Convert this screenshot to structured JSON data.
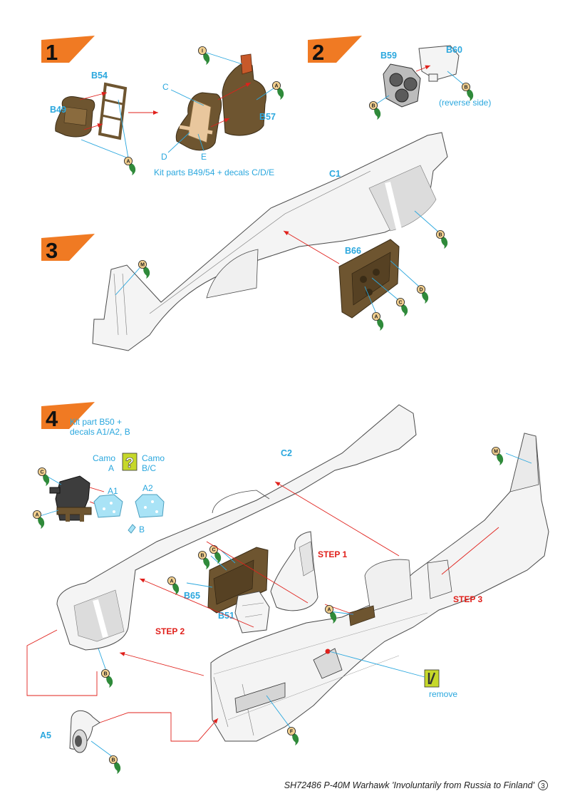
{
  "steps": [
    {
      "number": "1",
      "parts": [
        "B49",
        "B54",
        "B57"
      ],
      "decals": [
        "C",
        "D",
        "E"
      ],
      "note": "Kit parts B49/54 + decals C/D/E",
      "paints": [
        "I",
        "A",
        "A"
      ]
    },
    {
      "number": "2",
      "parts": [
        "B59",
        "B60"
      ],
      "note": "(reverse side)",
      "paints": [
        "B",
        "B"
      ]
    },
    {
      "number": "3",
      "parts": [
        "C1",
        "B66"
      ],
      "paints": [
        "M",
        "B",
        "A",
        "C",
        "D"
      ]
    },
    {
      "number": "4",
      "note_line1": "Kit part B50 +",
      "note_line2": "decals A1/A2, B",
      "camo_a_1": "Camo",
      "camo_a_2": "A",
      "camo_bc_1": "Camo",
      "camo_bc_2": "B/C",
      "question": "?",
      "decals": [
        "A1",
        "A2",
        "B"
      ],
      "parts": [
        "C2",
        "B65",
        "B51",
        "A5"
      ],
      "sub_steps": [
        "STEP 1",
        "STEP 2",
        "STEP 3"
      ],
      "remove_label": "remove",
      "paints": [
        "C",
        "A",
        "M",
        "B",
        "C",
        "A",
        "A",
        "B",
        "F",
        "B"
      ]
    }
  ],
  "footer": {
    "text": "SH72486  P-40M Warhawk  'Involuntarily from Russia to Finland'",
    "page": "3"
  },
  "colors": {
    "step_flag": "#f07a23",
    "callout": "#2aa7de",
    "arrow": "#e0201b",
    "paint_dot": "#f1cf8f",
    "remove_icon": "#c6d82a"
  }
}
